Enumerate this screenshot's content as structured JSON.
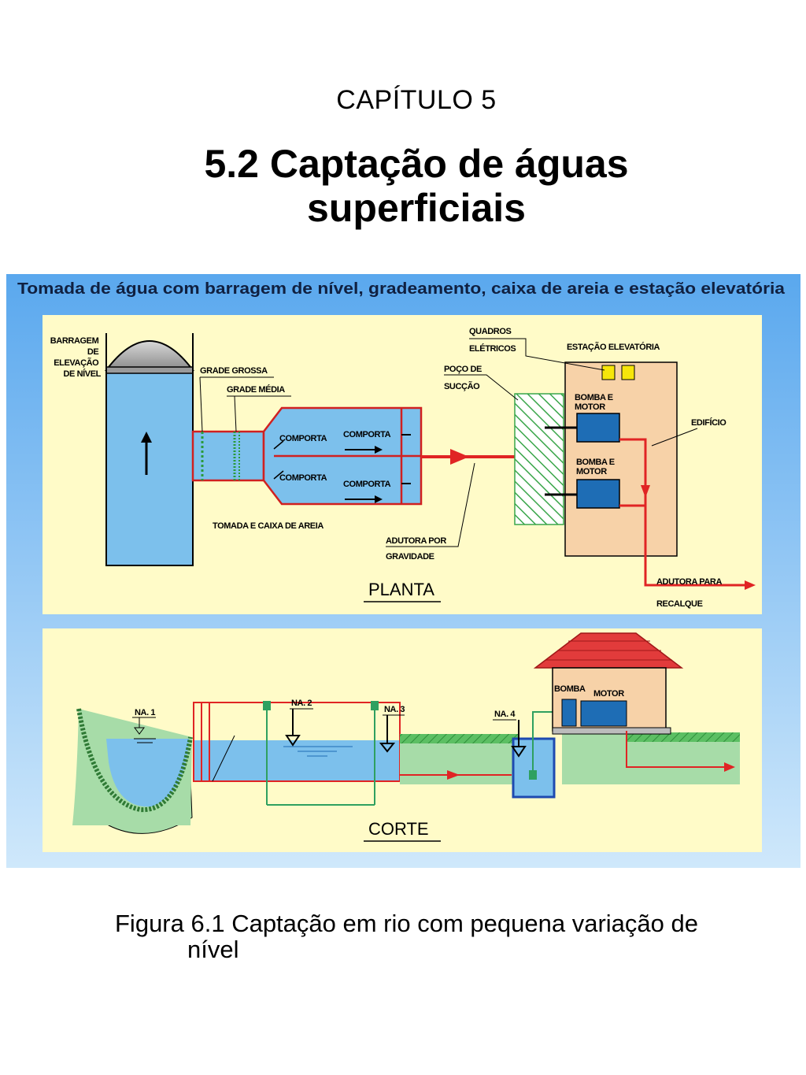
{
  "header": {
    "chapter": "CAPÍTULO 5",
    "title_line1": "5.2 Captação de águas",
    "title_line2": "superficiais"
  },
  "diagram": {
    "banner": "Tomada de água com barragem de nível, gradeamento, caixa de areia e estação elevatória",
    "planta": {
      "heading": "PLANTA",
      "barragem": [
        "BARRAGEM",
        "DE",
        "ELEVAÇÃO",
        "DE NÍVEL"
      ],
      "grade_grossa": "GRADE GROSSA",
      "grade_media": "GRADE MÉDIA",
      "comporta": "COMPORTA",
      "tomada": "TOMADA E CAIXA DE AREIA",
      "poco": [
        "POÇO DE",
        "SUCÇÃO"
      ],
      "quadros": [
        "QUADROS",
        "ELÉTRICOS"
      ],
      "estacao": "ESTAÇÃO ELEVATÓRIA",
      "bomba_motor": [
        "BOMBA E",
        "MOTOR"
      ],
      "edificio": "EDIFÍCIO",
      "adutora_gravidade": [
        "ADUTORA POR",
        "GRAVIDADE"
      ],
      "adutora_recalque": [
        "ADUTORA PARA",
        "RECALQUE"
      ]
    },
    "corte": {
      "heading": "CORTE",
      "na1": "NA. 1",
      "na2": "NA. 2",
      "na3": "NA. 3",
      "na4": "NA. 4",
      "bomba": "BOMBA",
      "motor": "MOTOR"
    },
    "colors": {
      "panel": "#fffbc8",
      "water": "#7cc0ec",
      "pipe": "#e02424",
      "building": "#f7d2a8",
      "pump": "#1e6db5",
      "ground": "#a7dca8"
    }
  },
  "caption": {
    "line1": "Figura 6.1 Captação em rio com pequena variação de",
    "line2": "nível"
  }
}
